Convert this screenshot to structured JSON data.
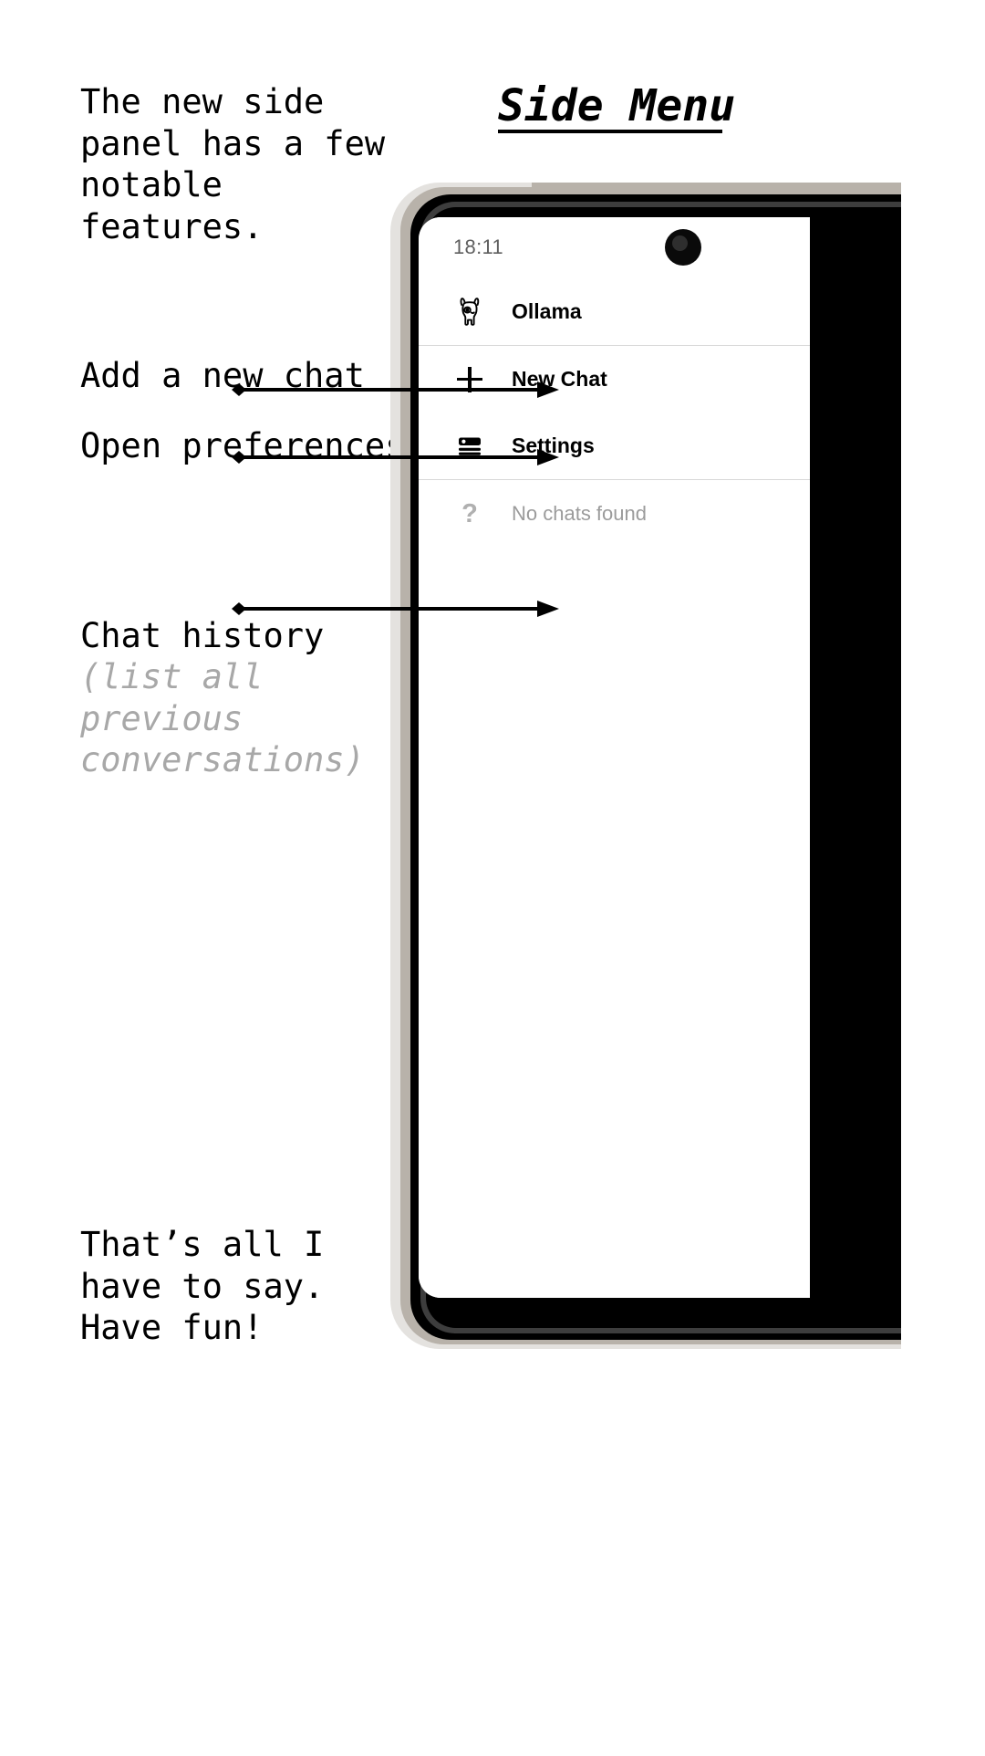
{
  "page": {
    "title": "Side Menu",
    "background": "#ffffff",
    "accent": "#000000",
    "muted_color": "#a8a8a8"
  },
  "annotations": {
    "intro": "The new side\npanel has a few\nnotable\nfeatures.",
    "new_chat": "Add a new chat",
    "preferences": "Open preferences",
    "history": "Chat history",
    "history_sub": "(list all\nprevious\nconversations)",
    "outro": "That’s all I\nhave to say.\nHave fun!"
  },
  "phone": {
    "status_bar": {
      "time": "18:11",
      "camera_icon": "front-camera-punch-hole"
    },
    "home_indicator": "gesture-bar"
  },
  "side_menu": {
    "header": {
      "icon": "llama-icon",
      "label": "Ollama"
    },
    "items": [
      {
        "icon": "plus-icon",
        "label": "New Chat"
      },
      {
        "icon": "settings-icon",
        "label": "Settings"
      }
    ],
    "empty_state": {
      "icon": "question-mark-icon",
      "label": "No chats found"
    }
  },
  "arrows": [
    {
      "name": "arrow-to-new-chat",
      "target": "New Chat"
    },
    {
      "name": "arrow-to-settings",
      "target": "Settings"
    },
    {
      "name": "arrow-to-chat-history",
      "target": "No chats found"
    }
  ]
}
